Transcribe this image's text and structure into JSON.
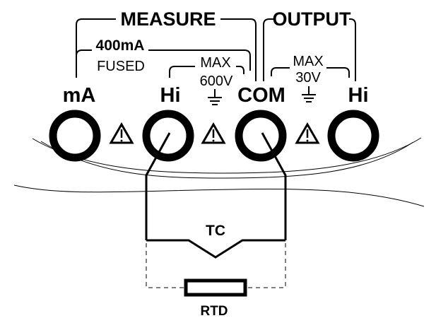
{
  "groups": {
    "measure": "MEASURE",
    "output": "OUTPUT"
  },
  "ratings": {
    "ma_current": "400mA",
    "ma_fused": "FUSED",
    "measure_max": "MAX",
    "measure_voltage": "600V",
    "output_max": "MAX",
    "output_voltage": "30V"
  },
  "terminals": {
    "ma": "mA",
    "measure_hi": "Hi",
    "com": "COM",
    "output_hi": "Hi"
  },
  "sensors": {
    "thermocouple": "TC",
    "rtd": "RTD"
  },
  "colors": {
    "ink": "#000000",
    "background": "#ffffff"
  },
  "icons": [
    "warning-triangle-icon",
    "ground-icon"
  ]
}
